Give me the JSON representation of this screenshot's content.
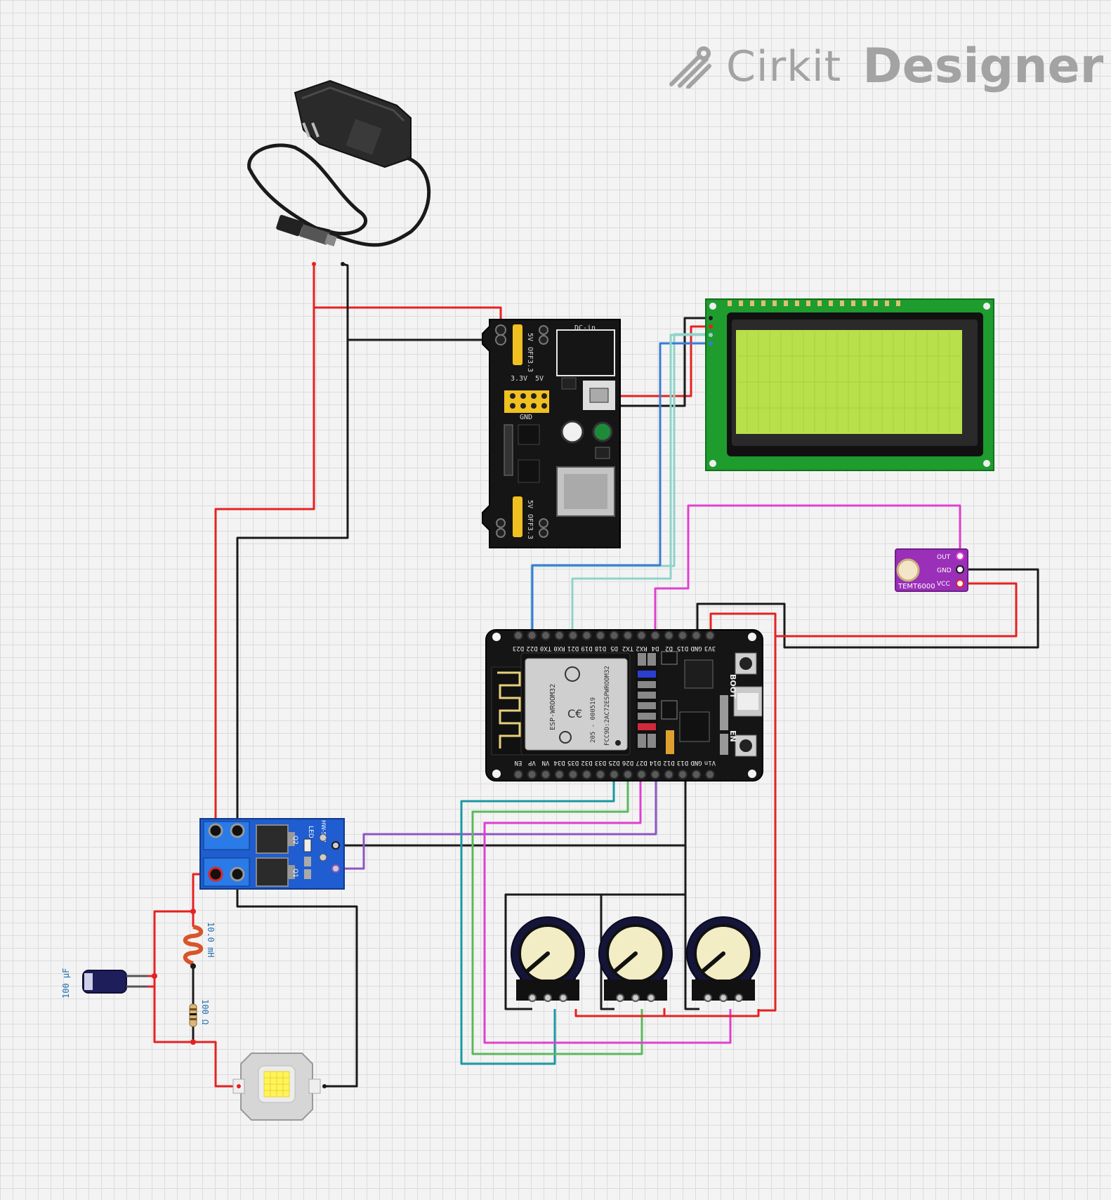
{
  "brand": {
    "name_light": "Cirkit",
    "name_bold": "Designer"
  },
  "psu_module": {
    "top_label": "DC-in",
    "jumper_top": [
      "5V",
      "OFF",
      "3.3"
    ],
    "rail_labels": [
      "3.3V",
      "5V"
    ],
    "gnd_label": "GND",
    "jumper_bottom": [
      "5V",
      "OFF",
      "3.3"
    ]
  },
  "esp32": {
    "module_name": "ESP-WROOM32",
    "fcc": "FCC9D:2AC72ESPWROOM32",
    "code": "205 - 000519",
    "top_pins": [
      "D23",
      "D22",
      "TX0",
      "RX0",
      "D21",
      "D19",
      "D18",
      "D5",
      "TX2",
      "RX2",
      "D4",
      "D2",
      "D15",
      "GND",
      "3V3"
    ],
    "bottom_pins": [
      "EN",
      "VP",
      "VN",
      "D34",
      "D35",
      "D32",
      "D33",
      "D25",
      "D26",
      "D27",
      "D14",
      "D12",
      "D13",
      "GND",
      "Vin"
    ],
    "button_boot": "BOOT",
    "button_en": "EN"
  },
  "light_sensor": {
    "name": "TEMT6000",
    "pins": [
      "OUT",
      "GND",
      "VCC"
    ]
  },
  "mosfet": {
    "name": "HW-517",
    "led": "LED",
    "q2": "Q2",
    "q1": "Q1"
  },
  "inductor": {
    "value": "10.0 mH"
  },
  "resistor": {
    "value": "100 Ω"
  },
  "capacitor": {
    "value": "100 µF"
  },
  "colors": {
    "red": "#e52222",
    "black": "#1a1a1a",
    "blue": "#3a7bd5",
    "cyan": "#8fd3c9",
    "magenta": "#e040d0",
    "purple": "#8e55c2",
    "green": "#5cb85c",
    "teal": "#1b98a3",
    "pcb_black": "#151515",
    "lcd_green": "#1e9c2e",
    "lcd_screen": "#b8e04a",
    "sensor_purple": "#9a2fb8"
  }
}
